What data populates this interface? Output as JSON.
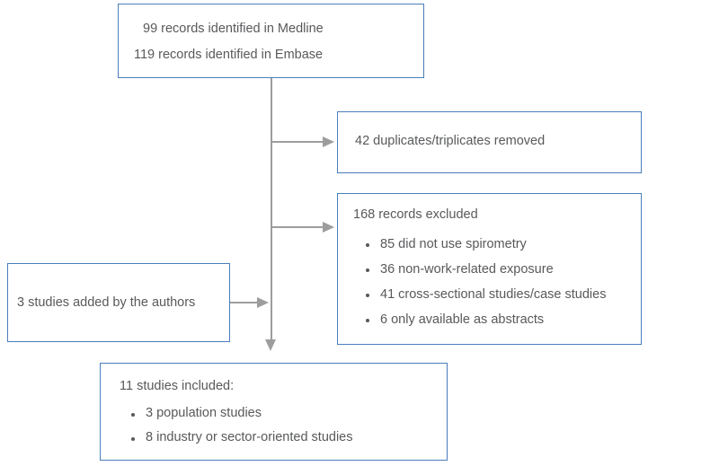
{
  "diagram": {
    "title": "PRISMA-style study selection flowchart",
    "colors": {
      "box_border": "#4a7ebb",
      "text": "#58595b",
      "connector": "#9d9d9d",
      "background": "#ffffff"
    },
    "boxes": {
      "identified": {
        "line1": "99 records identified in Medline",
        "line2": "119 records identified in Embase"
      },
      "duplicates": {
        "line1": "42 duplicates/triplicates removed"
      },
      "excluded": {
        "heading": "168  records excluded",
        "bullets": [
          "85 did not use spirometry",
          "36 non-work-related exposure",
          "41 cross-sectional studies/case studies",
          "6 only available as abstracts"
        ]
      },
      "added": {
        "line1": "3 studies added by the authors"
      },
      "included": {
        "heading": "11 studies included:",
        "bullets": [
          "3 population studies",
          "8 industry or sector-oriented studies"
        ]
      }
    },
    "connectors": [
      {
        "name": "main-vertical-line",
        "from": "identified",
        "to": "included"
      },
      {
        "name": "arrow-to-duplicates",
        "from": "main-vertical-line",
        "to": "duplicates"
      },
      {
        "name": "arrow-to-excluded",
        "from": "main-vertical-line",
        "to": "excluded"
      },
      {
        "name": "arrow-from-added",
        "from": "added",
        "to": "main-vertical-line"
      },
      {
        "name": "arrow-to-included",
        "from": "main-vertical-line",
        "to": "included"
      }
    ]
  }
}
